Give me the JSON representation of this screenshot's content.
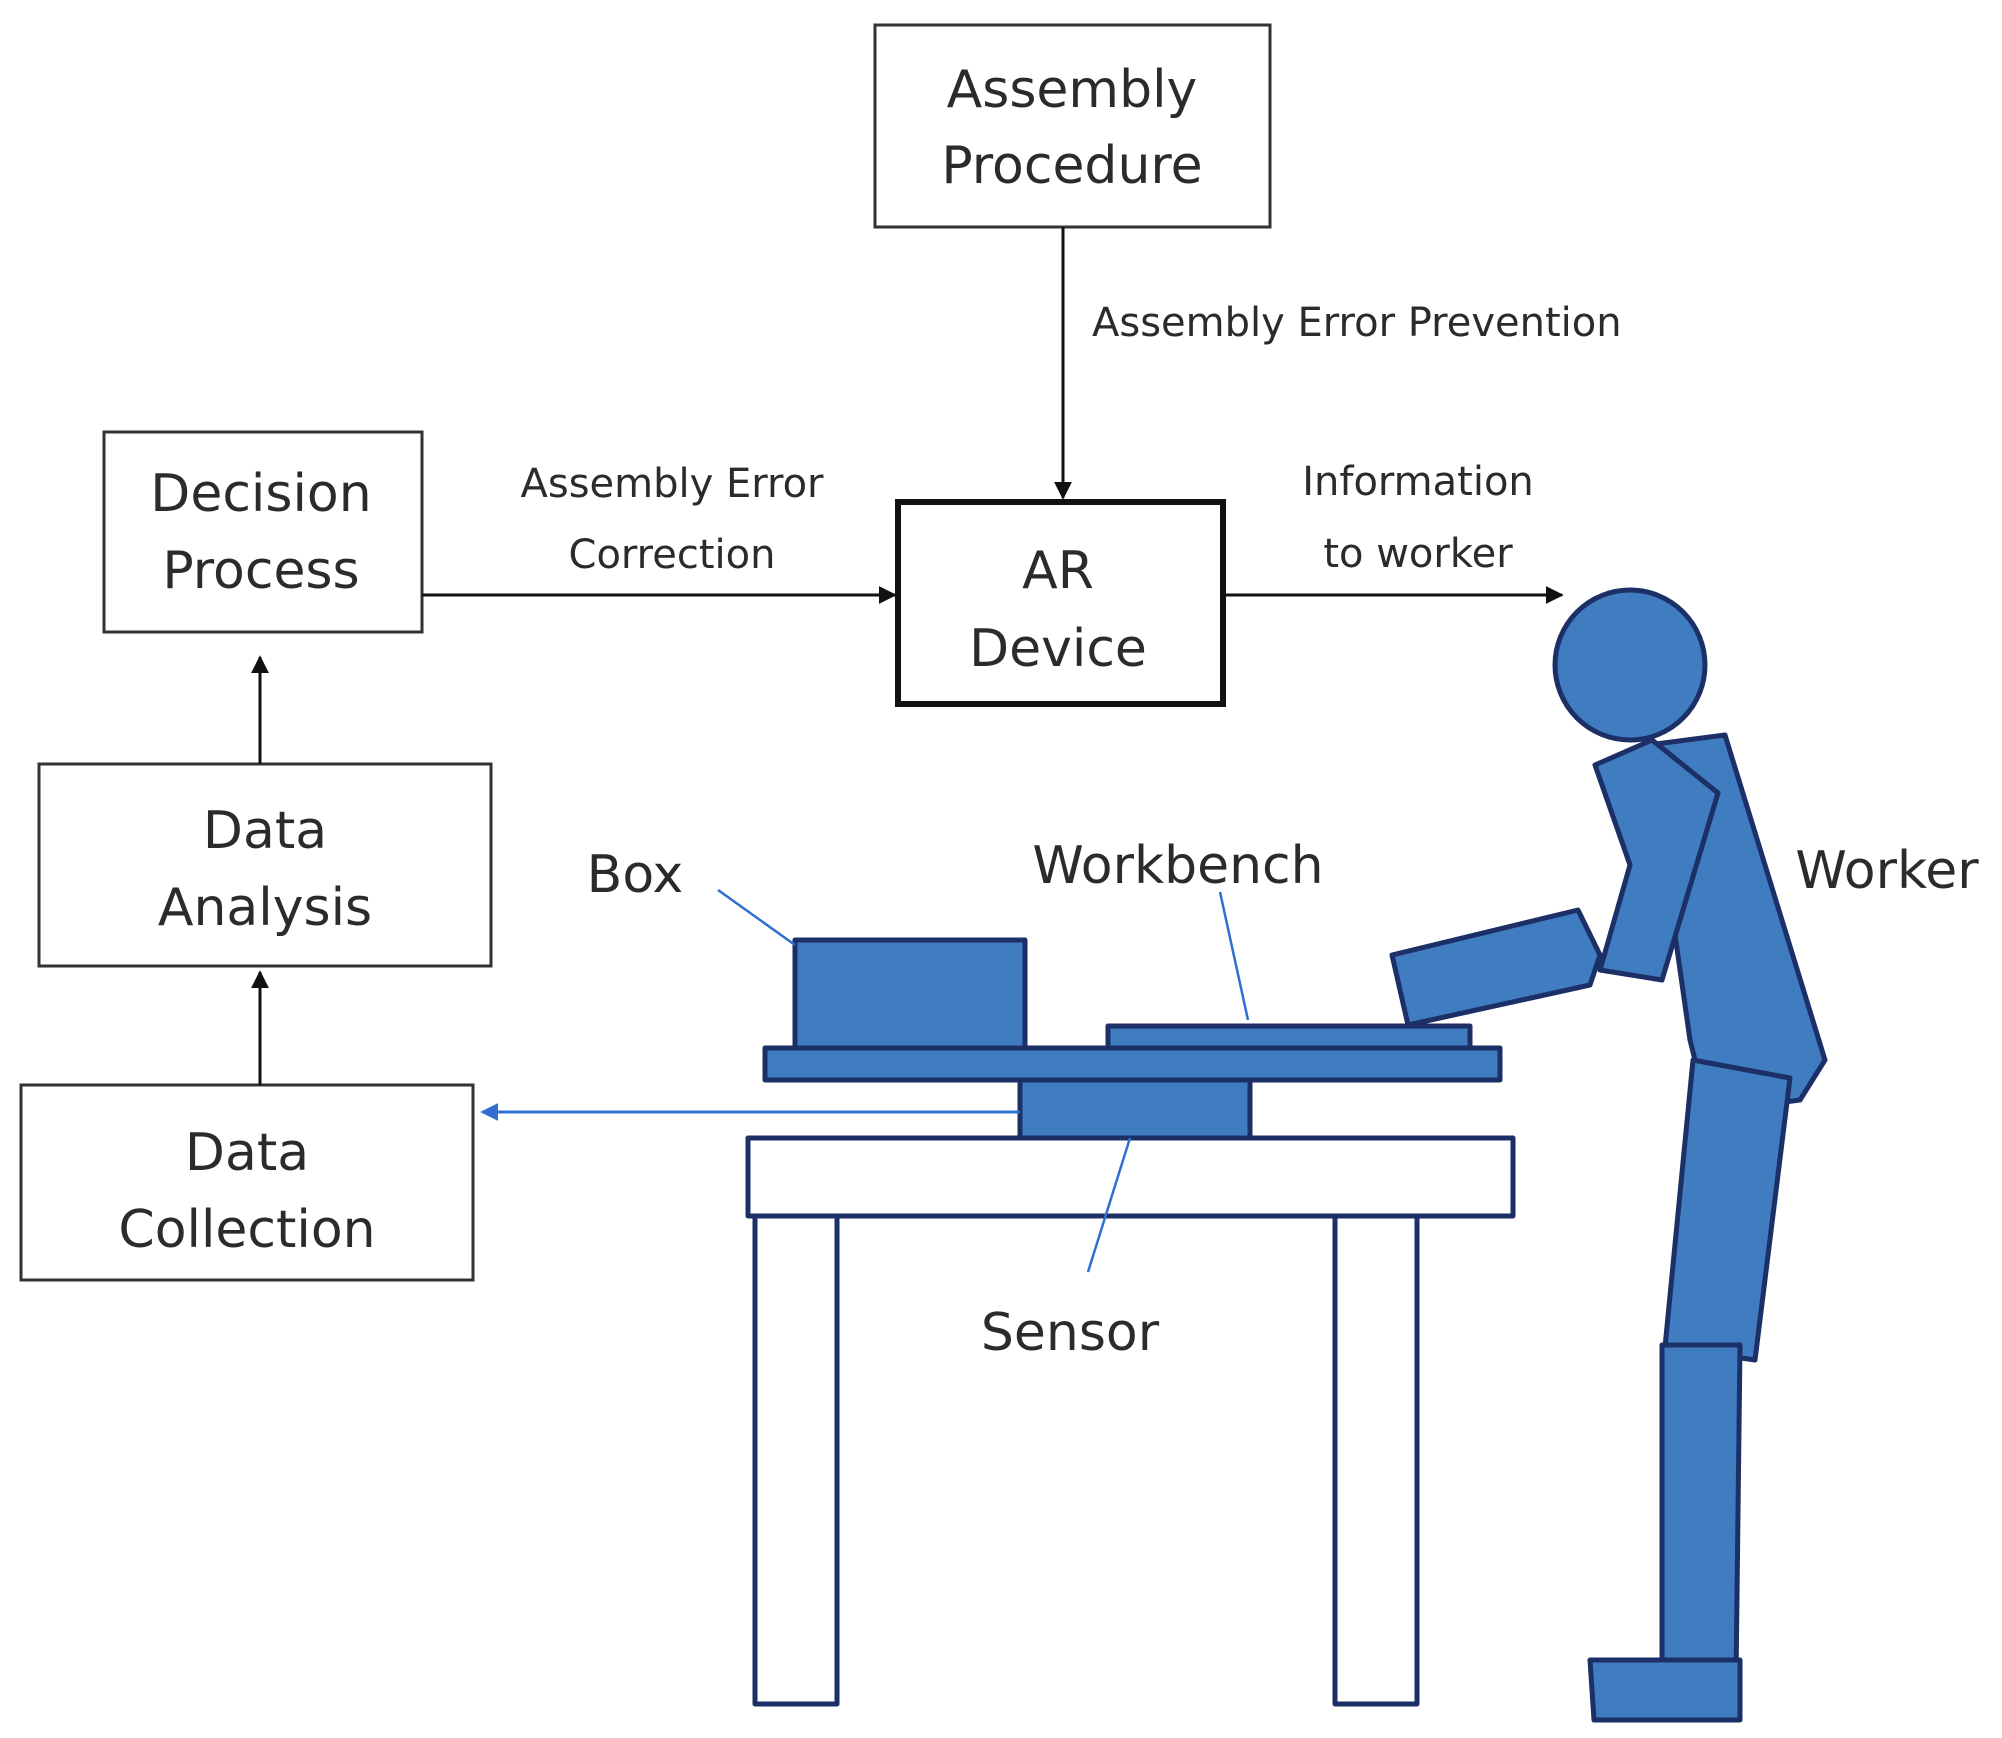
{
  "nodes": {
    "assembly_procedure": {
      "line1": "Assembly",
      "line2": "Procedure"
    },
    "decision_process": {
      "line1": "Decision",
      "line2": "Process"
    },
    "ar_device": {
      "line1": "AR",
      "line2": "Device"
    },
    "data_analysis": {
      "line1": "Data",
      "line2": "Analysis"
    },
    "data_collection": {
      "line1": "Data",
      "line2": "Collection"
    }
  },
  "edges": {
    "assembly_error_prevention": "Assembly Error Prevention",
    "assembly_error_correction": {
      "line1": "Assembly Error",
      "line2": "Correction"
    },
    "information_to_worker": {
      "line1": "Information",
      "line2": "to worker"
    }
  },
  "scene": {
    "box": "Box",
    "workbench": "Workbench",
    "worker": "Worker",
    "sensor": "Sensor"
  },
  "colors": {
    "figure_fill": "#3f7cc0",
    "figure_stroke": "#1c2f66",
    "sensor_line": "#2f6fd0",
    "box_stroke": "#333333"
  }
}
